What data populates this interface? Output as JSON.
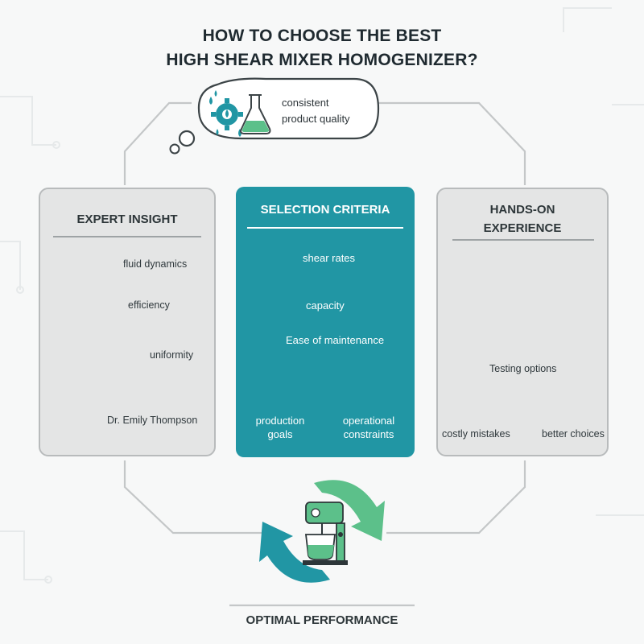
{
  "title": {
    "line1": "HOW TO CHOOSE THE BEST",
    "line2": "HIGH SHEAR MIXER HOMOGENIZER?"
  },
  "thought_bubble": {
    "line1": "consistent",
    "line2": "product quality"
  },
  "expert_insight": {
    "heading": "EXPERT INSIGHT",
    "items": [
      "fluid dynamics",
      "efficiency",
      "uniformity"
    ],
    "person": "Dr. Emily Thompson"
  },
  "selection_criteria": {
    "heading": "SELECTION CRITERIA",
    "criteria": [
      "shear rates",
      "capacity",
      "Ease of maintenance"
    ],
    "balance_left_line1": "production",
    "balance_left_line2": "goals",
    "balance_right_line1": "operational",
    "balance_right_line2": "constraints"
  },
  "hands_on": {
    "heading_line1": "HANDS-ON",
    "heading_line2": "EXPERIENCE",
    "testing": "Testing options",
    "bad_outcome": "costly mistakes",
    "good_outcome": "better choices"
  },
  "bottom": {
    "label": "OPTIMAL PERFORMANCE"
  },
  "colors": {
    "teal": "#2196a4",
    "mint": "#5cc08a",
    "panel_gray": "#e4e5e5",
    "error_red": "#e03a3a",
    "success_green": "#43b04a"
  }
}
